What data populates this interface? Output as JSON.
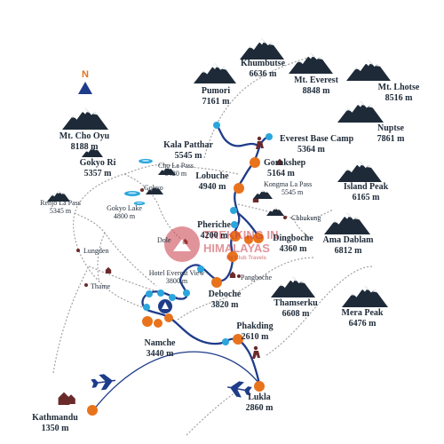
{
  "compass": {
    "label": "N"
  },
  "watermark": {
    "line1": "TREKKING IN",
    "line2": "HIMALAYAS",
    "line3": "By Club Travels"
  },
  "colors": {
    "route": "#1f3c8a",
    "stop": "#e8731c",
    "waypoint": "#2ba6dd",
    "trail": "#9a9a9a",
    "mountain": "#1e2a38",
    "flight": "#1f3c8a"
  },
  "peaks": [
    {
      "name": "Khumbutse",
      "elev": "6636 m"
    },
    {
      "name": "Pumori",
      "elev": "7161 m"
    },
    {
      "name": "Mt. Everest",
      "elev": "8848 m"
    },
    {
      "name": "Mt. Lhotse",
      "elev": "8516 m"
    },
    {
      "name": "Nuptse",
      "elev": "7861 m"
    },
    {
      "name": "Mt. Cho Oyu",
      "elev": "8188 m"
    },
    {
      "name": "Island Peak",
      "elev": "6165 m"
    },
    {
      "name": "Ama Dablam",
      "elev": "6812 m"
    },
    {
      "name": "Thamserku",
      "elev": "6608 m"
    },
    {
      "name": "Mera Peak",
      "elev": "6476 m"
    }
  ],
  "stops": [
    {
      "name": "Kala Patthar",
      "elev": "5545 m"
    },
    {
      "name": "Everest Base Camp",
      "elev": "5364 m"
    },
    {
      "name": "Gorakshep",
      "elev": "5164 m"
    },
    {
      "name": "Lobuche",
      "elev": "4940 m"
    },
    {
      "name": "Pheriche",
      "elev": "4200 m"
    },
    {
      "name": "Dingboche",
      "elev": "4360 m"
    },
    {
      "name": "Deboche",
      "elev": "3820 m"
    },
    {
      "name": "Namche",
      "elev": "3440 m"
    },
    {
      "name": "Phakding",
      "elev": "2610 m"
    },
    {
      "name": "Lukla",
      "elev": "2860 m"
    },
    {
      "name": "Kathmandu",
      "elev": "1350 m"
    }
  ],
  "minor": [
    {
      "name": "Gokyo Ri",
      "elev": "5357 m"
    },
    {
      "name": "Cho La Pass",
      "elev": "5420 m"
    },
    {
      "name": "Gokyo"
    },
    {
      "name": "Renjo La Pass",
      "elev": "5345 m"
    },
    {
      "name": "Gokyo Lake",
      "elev": "4800 m"
    },
    {
      "name": "Kongma La Pass",
      "elev": "5545 m"
    },
    {
      "name": "Chhukung"
    },
    {
      "name": "Dole"
    },
    {
      "name": "Lungden"
    },
    {
      "name": "Thame"
    },
    {
      "name": "Hotel Everest View",
      "elev": "3800 m"
    },
    {
      "name": "Pangboche"
    }
  ]
}
